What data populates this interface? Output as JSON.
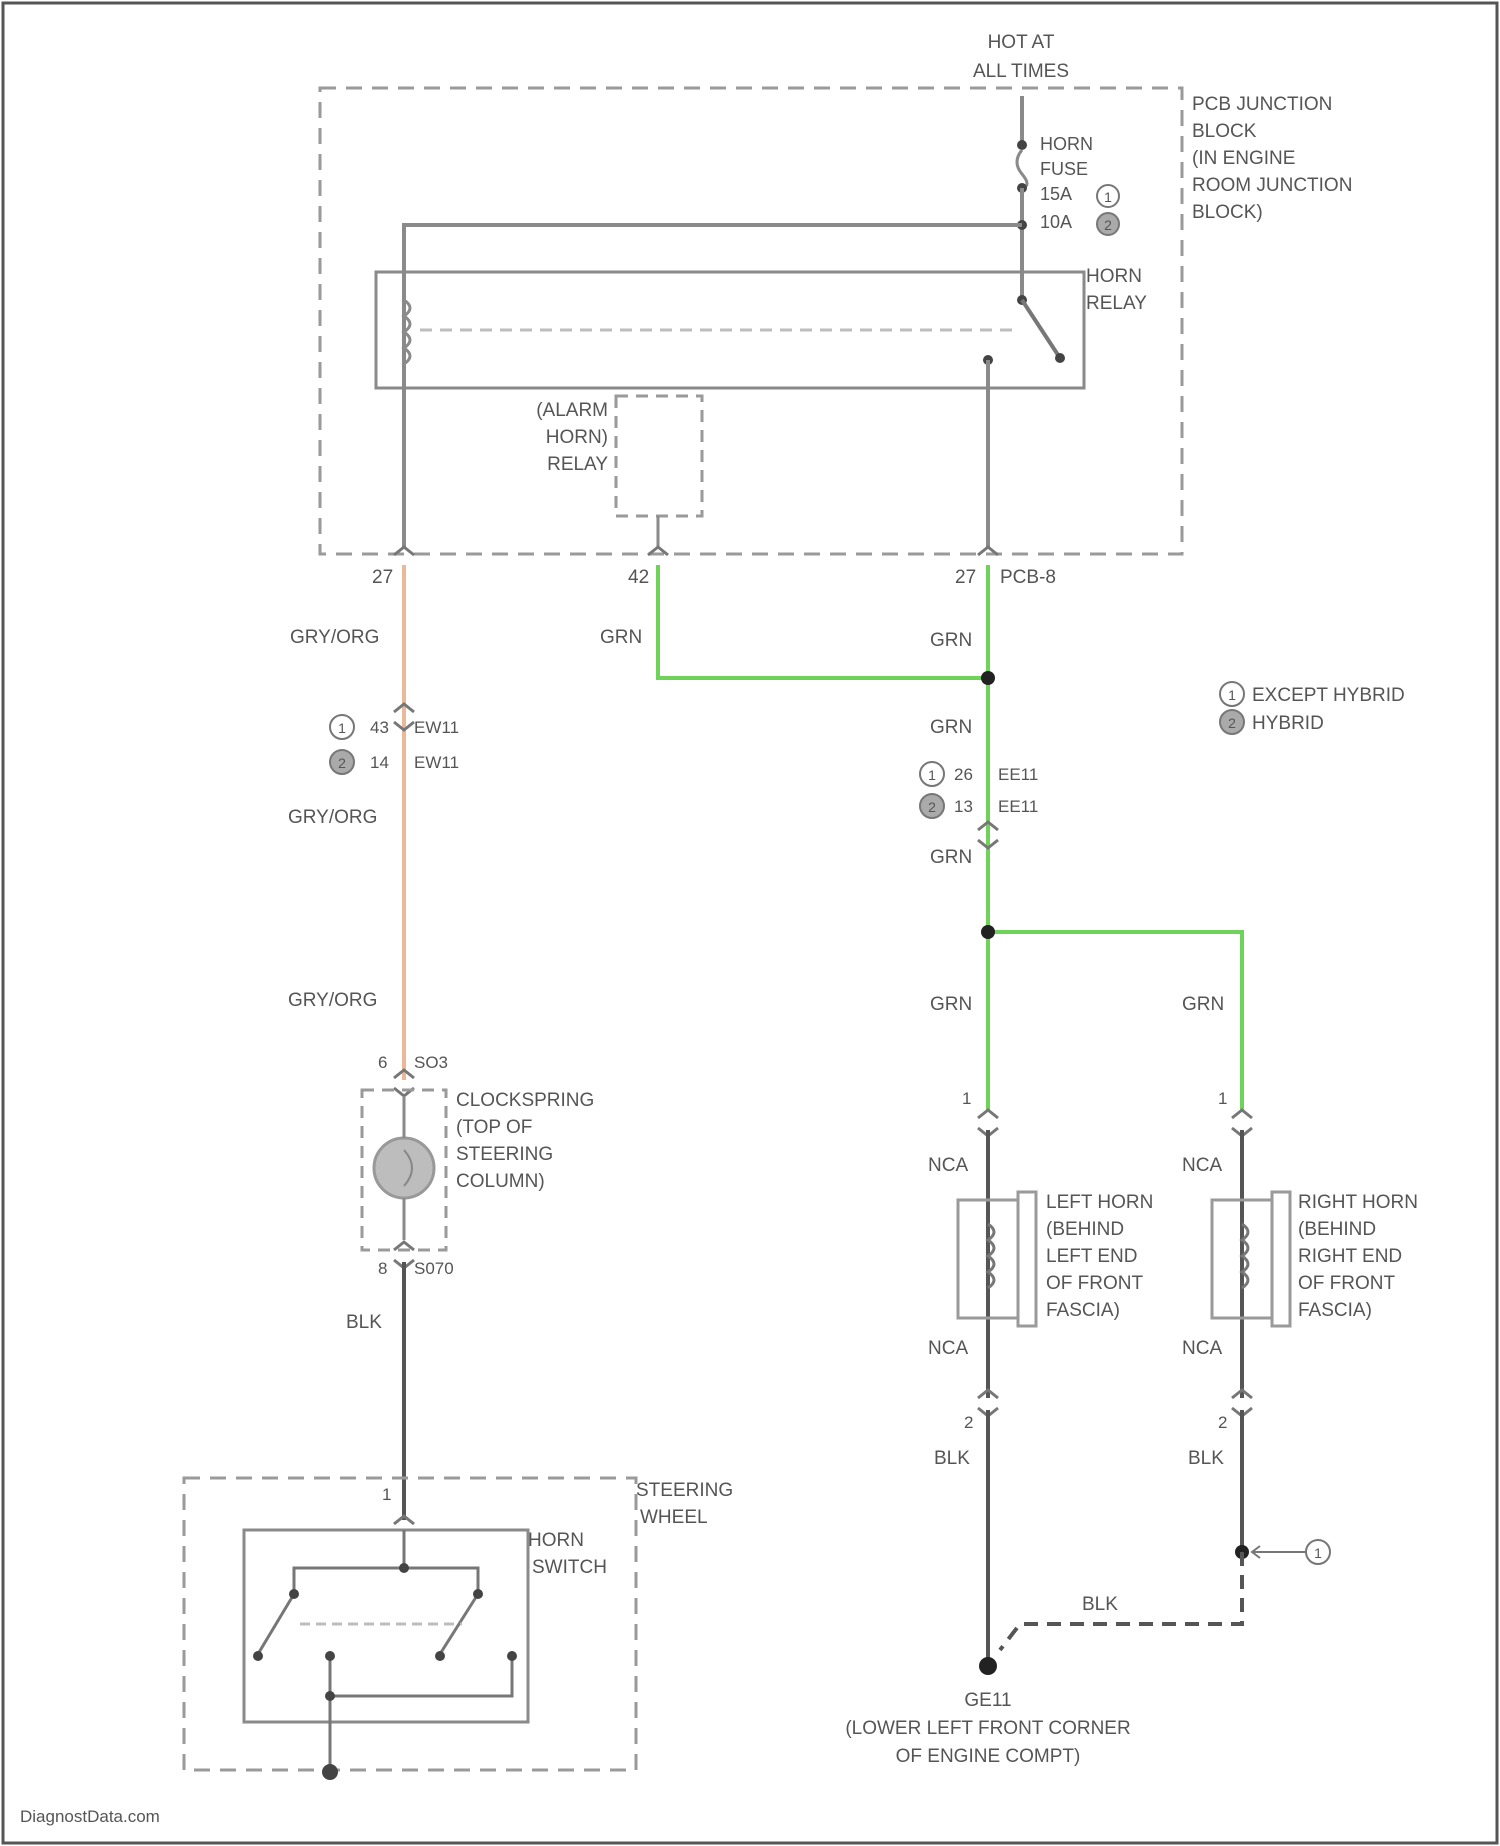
{
  "power": {
    "line1": "HOT AT",
    "line2": "ALL TIMES"
  },
  "pcb": {
    "lines": [
      "PCB JUNCTION",
      "BLOCK",
      "(IN ENGINE",
      "ROOM JUNCTION",
      "BLOCK)"
    ],
    "connector": "PCB-8"
  },
  "fuse": {
    "lines": [
      "HORN",
      "FUSE"
    ],
    "rating1": "15A",
    "rating1_ref": "1",
    "rating2": "10A",
    "rating2_ref": "2"
  },
  "horn_relay": {
    "lines": [
      "HORN",
      "RELAY"
    ]
  },
  "alarm_relay": {
    "lines": [
      "(ALARM",
      "HORN)",
      "RELAY"
    ]
  },
  "pins": {
    "p1": "27",
    "p2": "42",
    "p3": "27"
  },
  "legend": {
    "item1": {
      "ref": "1",
      "label": "EXCEPT HYBRID"
    },
    "item2": {
      "ref": "2",
      "label": "HYBRID"
    }
  },
  "wires": {
    "gry_org": "GRY/ORG",
    "grn": "GRN",
    "blk": "BLK",
    "nca": "NCA"
  },
  "conn_ew": {
    "row1": {
      "ref": "1",
      "pin": "43",
      "id": "EW11"
    },
    "row2": {
      "ref": "2",
      "pin": "14",
      "id": "EW11"
    }
  },
  "conn_ee": {
    "row1": {
      "ref": "1",
      "pin": "26",
      "id": "EE11"
    },
    "row2": {
      "ref": "2",
      "pin": "13",
      "id": "EE11"
    }
  },
  "clockspring": {
    "top_pin": "6",
    "top_conn": "SO3",
    "lines": [
      "CLOCKSPRING",
      "(TOP OF",
      "STEERING",
      "COLUMN)"
    ],
    "bottom_pin": "8",
    "bottom_conn": "S070"
  },
  "left_horn": {
    "lines": [
      "LEFT HORN",
      "(BEHIND",
      "LEFT END",
      "OF FRONT",
      "FASCIA)"
    ],
    "pin_top": "1",
    "pin_bottom": "2"
  },
  "right_horn": {
    "lines": [
      "RIGHT HORN",
      "(BEHIND",
      "RIGHT END",
      "OF FRONT",
      "FASCIA)"
    ],
    "pin_top": "1",
    "pin_bottom": "2"
  },
  "steering_wheel": {
    "lines": [
      "STEERING",
      "WHEEL"
    ],
    "pin": "1"
  },
  "horn_switch": {
    "lines": [
      "HORN",
      "SWITCH"
    ]
  },
  "ground": {
    "id": "GE11",
    "lines": [
      "(LOWER LEFT FRONT CORNER",
      "OF ENGINE COMPT)"
    ],
    "splice_ref": "1"
  },
  "watermark": "DiagnostData.com",
  "colors": {
    "wire_grey": "#8a8a8a",
    "wire_orange": "#eab99a",
    "wire_green": "#6fd35a",
    "wire_black": "#555555",
    "dashed_box": "#9a9a9a"
  }
}
